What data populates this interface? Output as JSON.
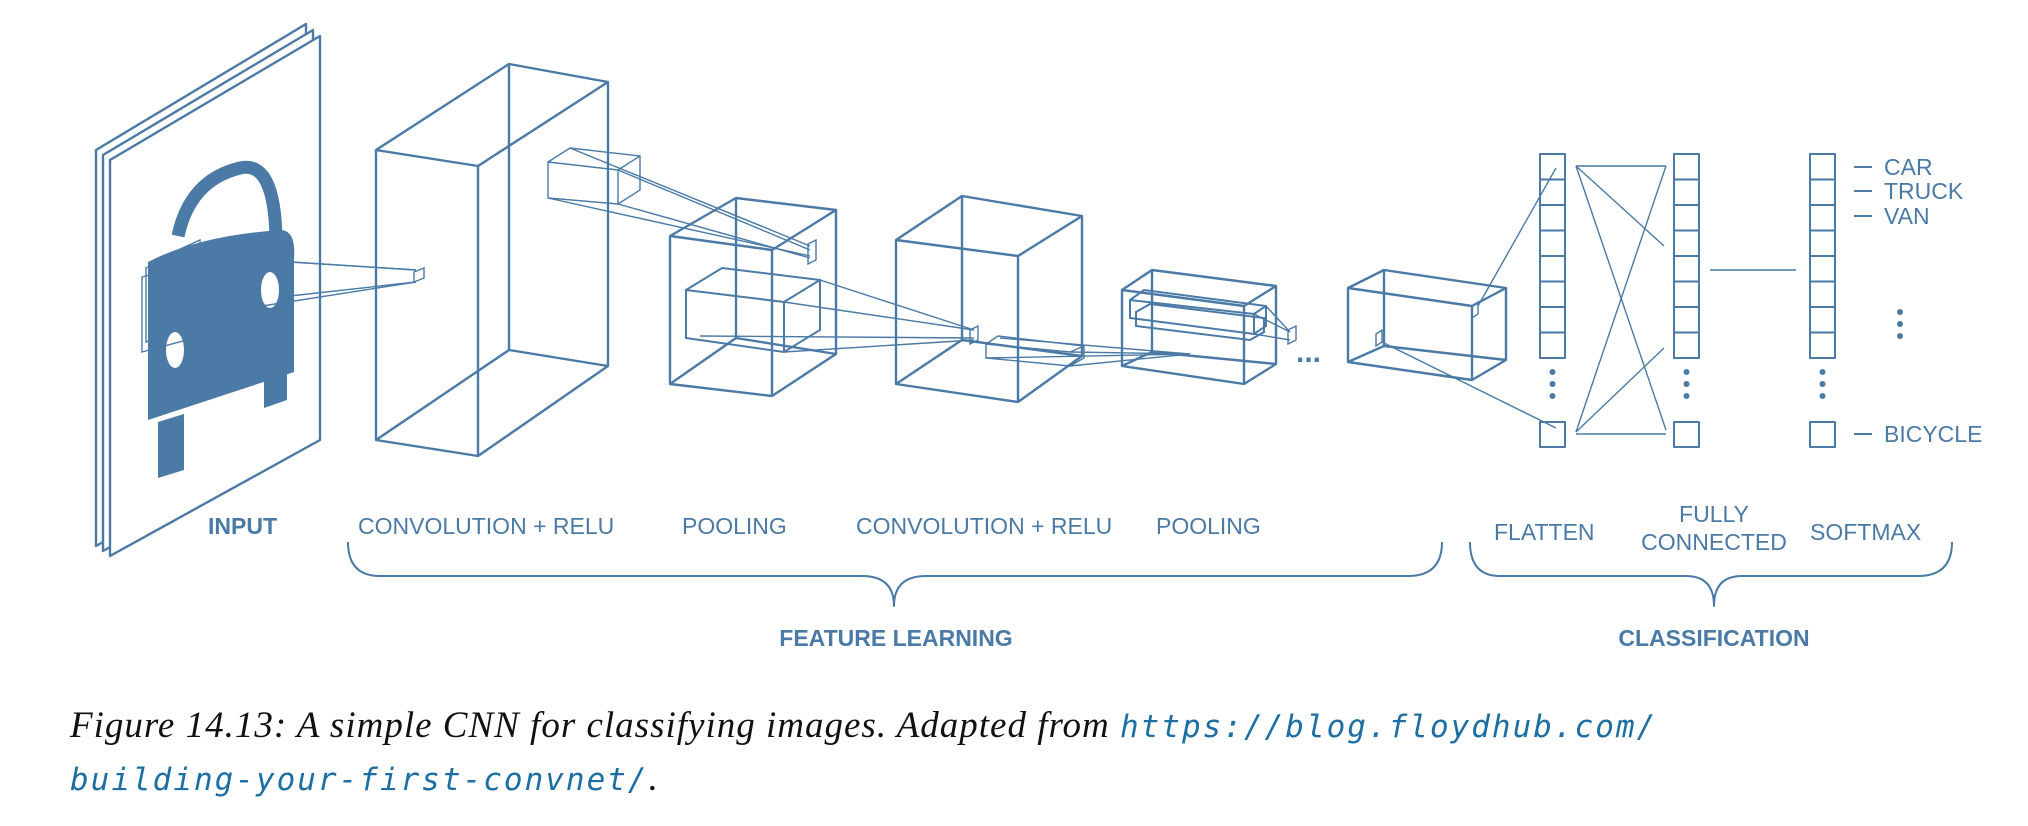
{
  "labels": {
    "input": "INPUT",
    "conv1": "CONVOLUTION + RELU",
    "pool1": "POOLING",
    "conv2": "CONVOLUTION + RELU",
    "pool2": "POOLING",
    "flatten": "FLATTEN",
    "fc_line1": "FULLY",
    "fc_line2": "CONNECTED",
    "softmax": "SOFTMAX",
    "feature_learning": "FEATURE LEARNING",
    "classification": "CLASSIFICATION",
    "ellipsis": "..."
  },
  "outputs": [
    "CAR",
    "TRUCK",
    "VAN",
    "BICYCLE"
  ],
  "caption": {
    "prefix": "Figure 14.13:  A simple CNN for classifying images.  Adapted from ",
    "url_part1": "https://blog.floydhub.com/",
    "url_part2": "building-your-first-convnet/",
    "suffix": "."
  },
  "colors": {
    "diagram": "#4a7aa5",
    "url": "#1d6fa3"
  }
}
